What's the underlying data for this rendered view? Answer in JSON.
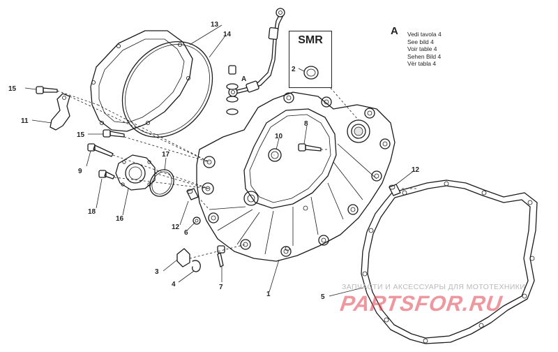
{
  "callouts": {
    "c1": "1",
    "c2": "2",
    "c3": "3",
    "c4": "4",
    "c5": "5",
    "c6": "6",
    "c7": "7",
    "c8": "8",
    "c9": "9",
    "c10": "10",
    "c11": "11",
    "c12a": "12",
    "c12b": "12",
    "c13": "13",
    "c14": "14",
    "c15a": "15",
    "c15b": "15",
    "c16": "16",
    "c17": "17",
    "c18": "18"
  },
  "ref_marker_small": "A",
  "ref_marker_large": "A",
  "smr_box": {
    "title": "SMR",
    "item": "2"
  },
  "reference_note": [
    "Vedi tavola 4",
    "See bild 4",
    "Voir table 4",
    "Sehen Bild 4",
    "Vèr tabla 4"
  ],
  "watermark": {
    "tagline": "ЗАПЧАСТИ И АКСЕССУАРЫ ДЛЯ МОТОТЕХНИКИ",
    "logo": "PARTSFOR.RU"
  },
  "colors": {
    "line": "#1a1a1a",
    "watermark_red": "#e24250",
    "watermark_grey": "#b9b9b9"
  }
}
